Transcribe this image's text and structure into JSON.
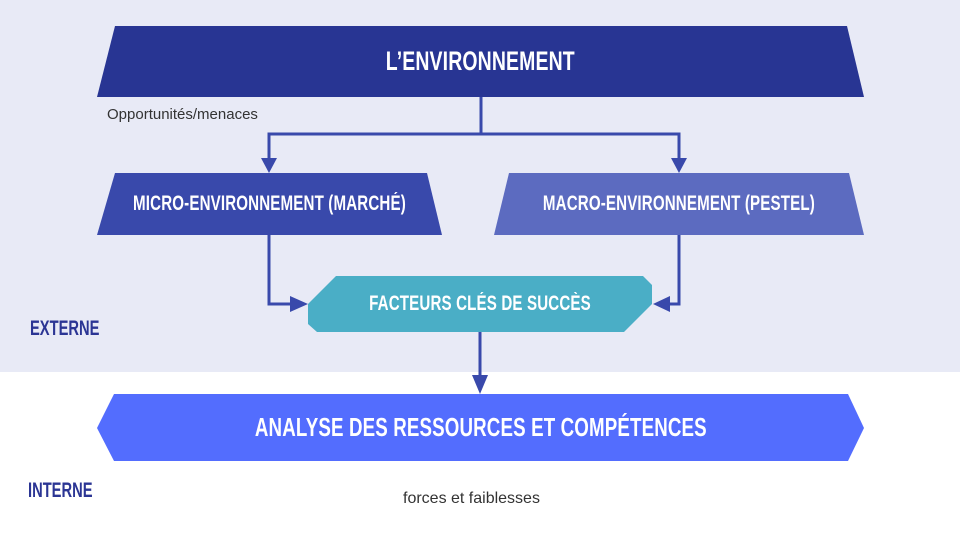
{
  "colors": {
    "band": "#e8eaf6",
    "environnement": "#283593",
    "micro": "#3949ab",
    "macro": "#5c6bc0",
    "fcs": "#4aaec6",
    "analyse": "#536dfe",
    "arrow": "#3949ab",
    "section_label": "#2b3594"
  },
  "diagram": {
    "environnement": "L’ENVIRONNEMENT",
    "opportunites_note": "Opportunités/menaces",
    "micro": "MICRO-ENVIRONNEMENT (MARCHÉ)",
    "macro": "MACRO-ENVIRONNEMENT (PESTEL)",
    "fcs": "FACTEURS CLÉS DE SUCCÈS",
    "analyse": "ANALYSE DES RESSOURCES ET COMPÉTENCES",
    "forces_note": "forces et faiblesses"
  },
  "sections": {
    "externe": "EXTERNE",
    "interne": "INTERNE"
  }
}
